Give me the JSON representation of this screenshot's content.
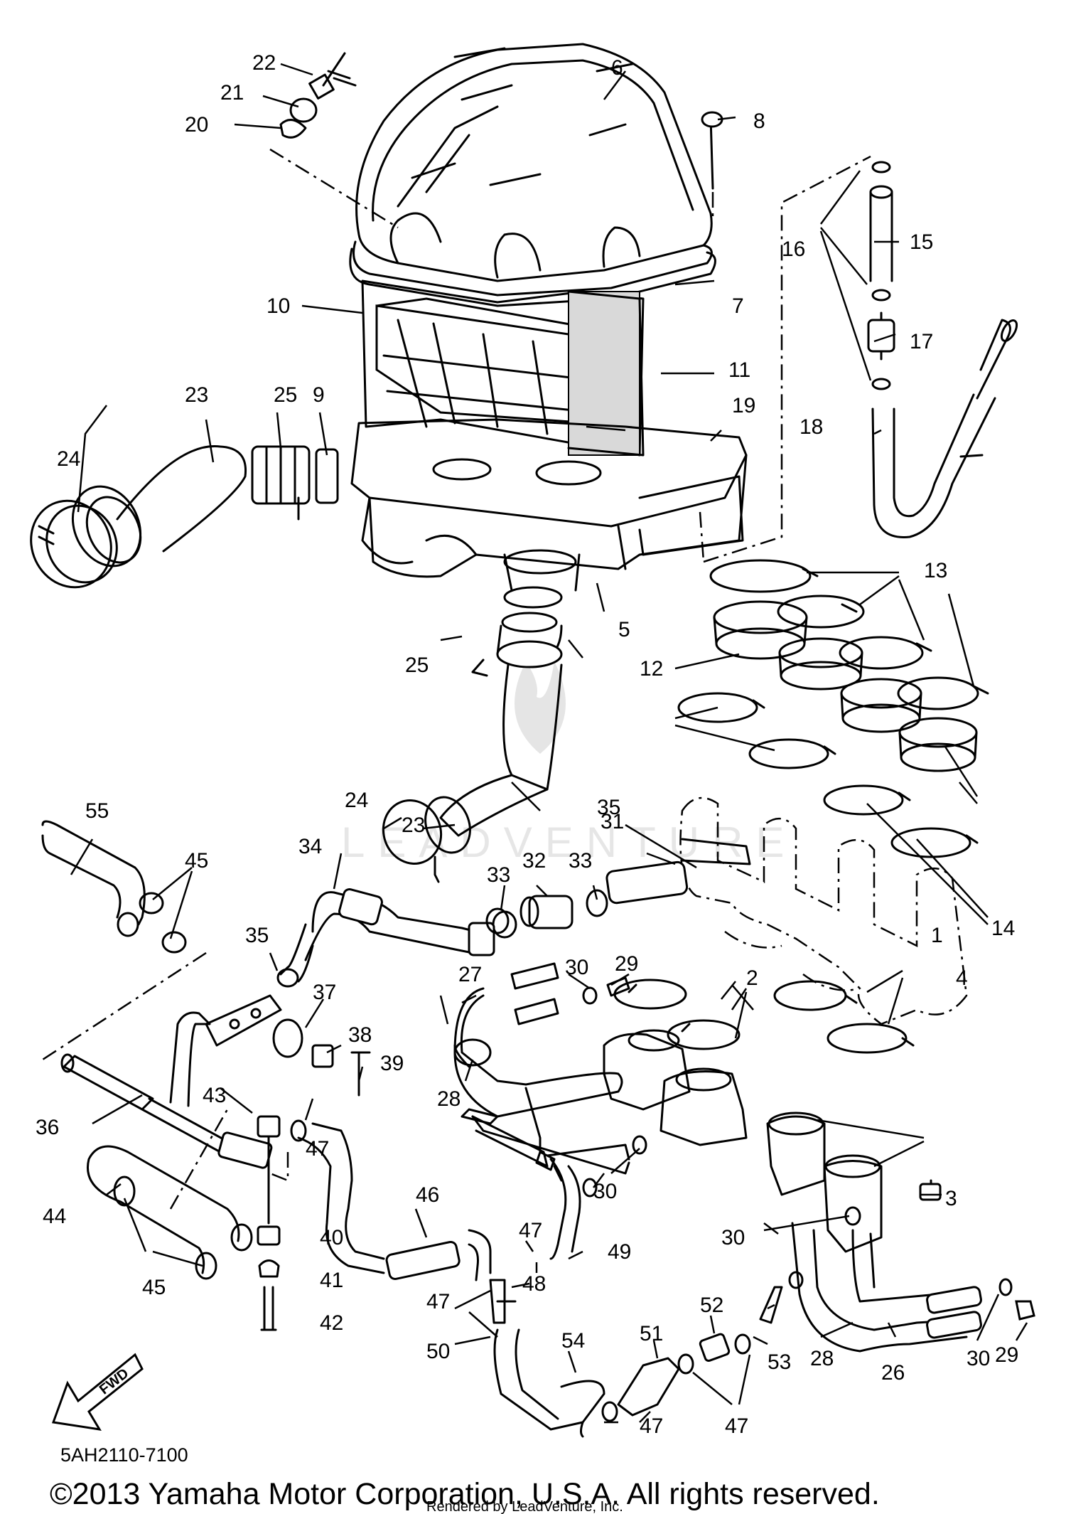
{
  "callouts": [
    "1",
    "2",
    "3",
    "4",
    "5",
    "6",
    "7",
    "8",
    "9",
    "10",
    "11",
    "12",
    "13",
    "14",
    "15",
    "16",
    "17",
    "18",
    "19",
    "20",
    "21",
    "22",
    "23",
    "24",
    "25",
    "26",
    "27",
    "28",
    "29",
    "30",
    "31",
    "32",
    "33",
    "34",
    "35",
    "36",
    "37",
    "38",
    "39",
    "40",
    "41",
    "42",
    "43",
    "44",
    "45",
    "46",
    "47",
    "48",
    "49",
    "50",
    "51",
    "52",
    "53",
    "54",
    "55"
  ],
  "diagram_code": "5AH2110-7100",
  "fwd_label": "FWD",
  "watermark": "LEADVENTURE",
  "copyright": "©2013 Yamaha Motor Corporation, U.S.A. All rights reserved.",
  "rendered_by": "Rendered by LeadVenture, Inc."
}
